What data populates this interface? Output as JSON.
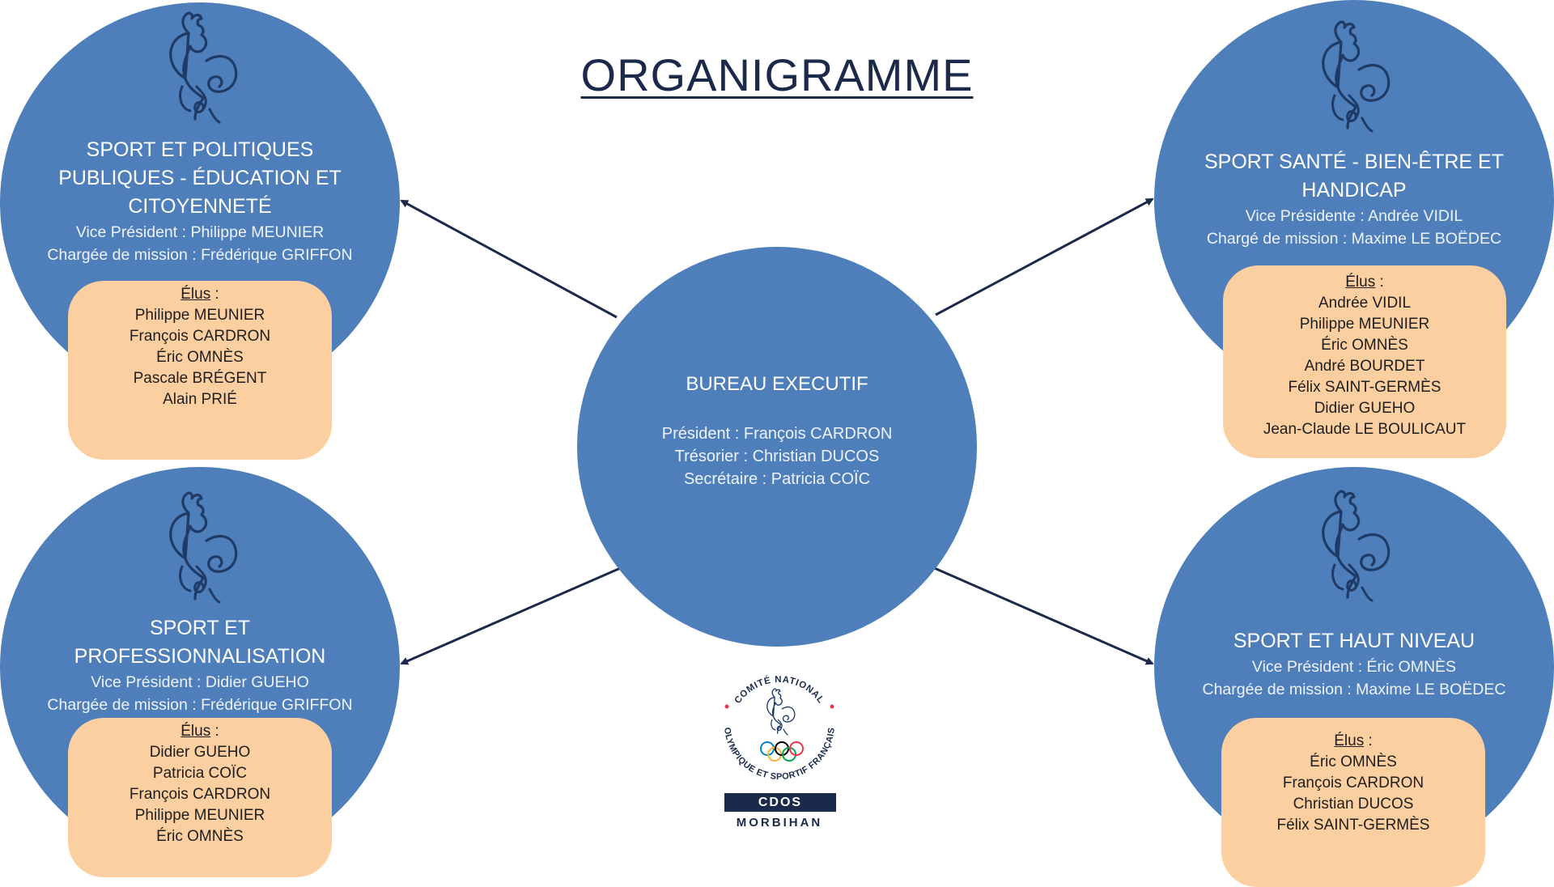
{
  "page": {
    "title": "ORGANIGRAMME"
  },
  "colors": {
    "circle": "#4f7fba",
    "elus_box": "#fbcfa0",
    "title_text": "#1b2a4a",
    "connector": "#1b2a4a"
  },
  "icons": {
    "section_icon": "rooster-icon",
    "logo": "cnosf-rooster-olympic-rings-logo"
  },
  "bureau": {
    "title": "BUREAU EXECUTIF",
    "roles": [
      "Président : François CARDRON",
      "Trésorier : Christian DUCOS",
      "Secrétaire : Patricia COÏC"
    ]
  },
  "sections": [
    {
      "title_lines": [
        "SPORT ET POLITIQUES",
        "PUBLIQUES - ÉDUCATION ET",
        "CITOYENNETÉ"
      ],
      "roles": [
        "Vice Président : Philippe MEUNIER",
        "Chargée de mission : Frédérique GRIFFON"
      ],
      "elus_label": "Élus",
      "elus_suffix": " :",
      "elus": [
        "Philippe MEUNIER",
        "François CARDRON",
        "Éric OMNÈS",
        "Pascale BRÉGENT",
        "Alain PRIÉ"
      ]
    },
    {
      "title_lines": [
        "SPORT SANTÉ - BIEN-ÊTRE ET",
        "HANDICAP"
      ],
      "roles": [
        "Vice Présidente : Andrée VIDIL",
        "Chargé de mission : Maxime LE BOËDEC"
      ],
      "elus_label": "Élus",
      "elus_suffix": " :",
      "elus": [
        "Andrée VIDIL",
        "Philippe MEUNIER",
        "Éric OMNÈS",
        "André BOURDET",
        "Félix SAINT-GERMÈS",
        "Didier GUEHO",
        "Jean-Claude LE BOULICAUT"
      ]
    },
    {
      "title_lines": [
        "SPORT ET",
        "PROFESSIONNALISATION"
      ],
      "roles": [
        "Vice Président : Didier GUEHO",
        "Chargée de mission : Frédérique GRIFFON"
      ],
      "elus_label": "Élus",
      "elus_suffix": " :",
      "elus": [
        "Didier GUEHO",
        "Patricia COÏC",
        "François CARDRON",
        "Philippe MEUNIER",
        "Éric OMNÈS"
      ]
    },
    {
      "title_lines": [
        "SPORT ET HAUT NIVEAU"
      ],
      "roles": [
        "Vice Président : Éric OMNÈS",
        "Chargée de mission : Maxime LE BOËDEC"
      ],
      "elus_label": "Élus",
      "elus_suffix": " :",
      "elus": [
        "Éric OMNÈS",
        "François CARDRON",
        "Christian DUCOS",
        "Félix SAINT-GERMÈS"
      ]
    }
  ],
  "logo": {
    "arc_top": "COMITÉ NATIONAL",
    "arc_bottom": "OLYMPIQUE ET SPORTIF FRANÇAIS",
    "band": "CDOS",
    "sub": "MORBIHAN",
    "ring_colors": [
      "#0081c8",
      "#fcb131",
      "#000000",
      "#00a651",
      "#ee334e"
    ]
  }
}
